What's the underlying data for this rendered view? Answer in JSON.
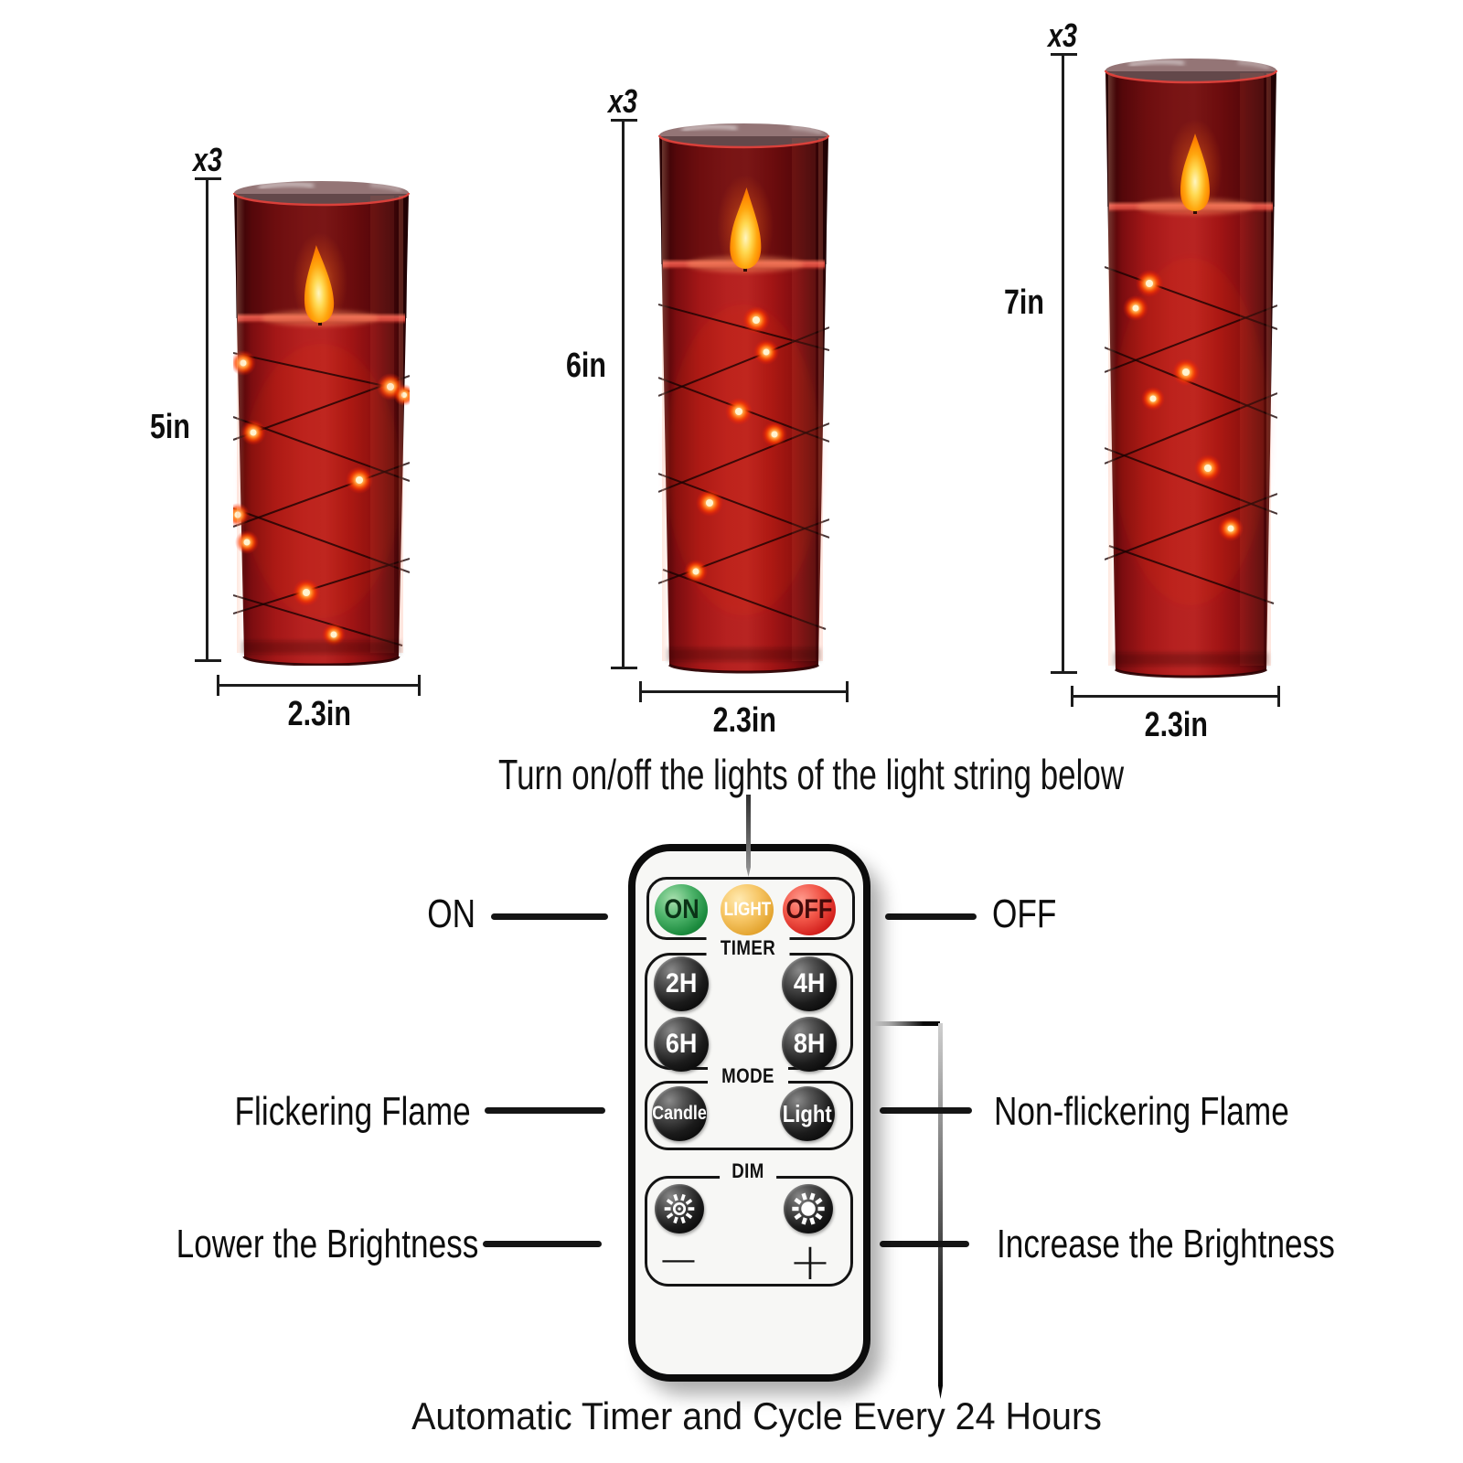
{
  "product_figure": {
    "candles": [
      {
        "qty": "x3",
        "height": "5in",
        "diameter": "2.3in"
      },
      {
        "qty": "x3",
        "height": "6in",
        "diameter": "2.3in"
      },
      {
        "qty": "x3",
        "height": "7in",
        "diameter": "2.3in"
      }
    ],
    "top_caption": "Turn on/off the lights of the light string below",
    "bottom_caption": "Automatic Timer and Cycle Every 24 Hours"
  },
  "callouts": {
    "on": "ON",
    "off": "OFF",
    "flickering": "Flickering Flame",
    "non_flickering": "Non-flickering Flame",
    "lower": "Lower the Brightness",
    "increase": "Increase the Brightness"
  },
  "remote": {
    "power_buttons": [
      {
        "label": "ON",
        "color": "#1b8a3d"
      },
      {
        "label": "LIGHT",
        "color": "#e3a32e"
      },
      {
        "label": "OFF",
        "color": "#d21f1c"
      }
    ],
    "timer": {
      "title": "TIMER",
      "buttons": [
        "2H",
        "4H",
        "6H",
        "8H"
      ]
    },
    "mode": {
      "title": "MODE",
      "buttons": [
        "Candle",
        "Light"
      ]
    },
    "dim": {
      "title": "DIM",
      "minus": "−",
      "plus": "+",
      "icons": [
        "sun-dim-icon",
        "sun-bright-icon"
      ]
    },
    "colors": {
      "body": "#f7f7f5",
      "border": "#0c0c0c",
      "black_button": "#111111"
    }
  },
  "candle_colors": {
    "glass_red": "#b02020",
    "flame": "#ffd952",
    "led_glow": "#ff5c00"
  }
}
